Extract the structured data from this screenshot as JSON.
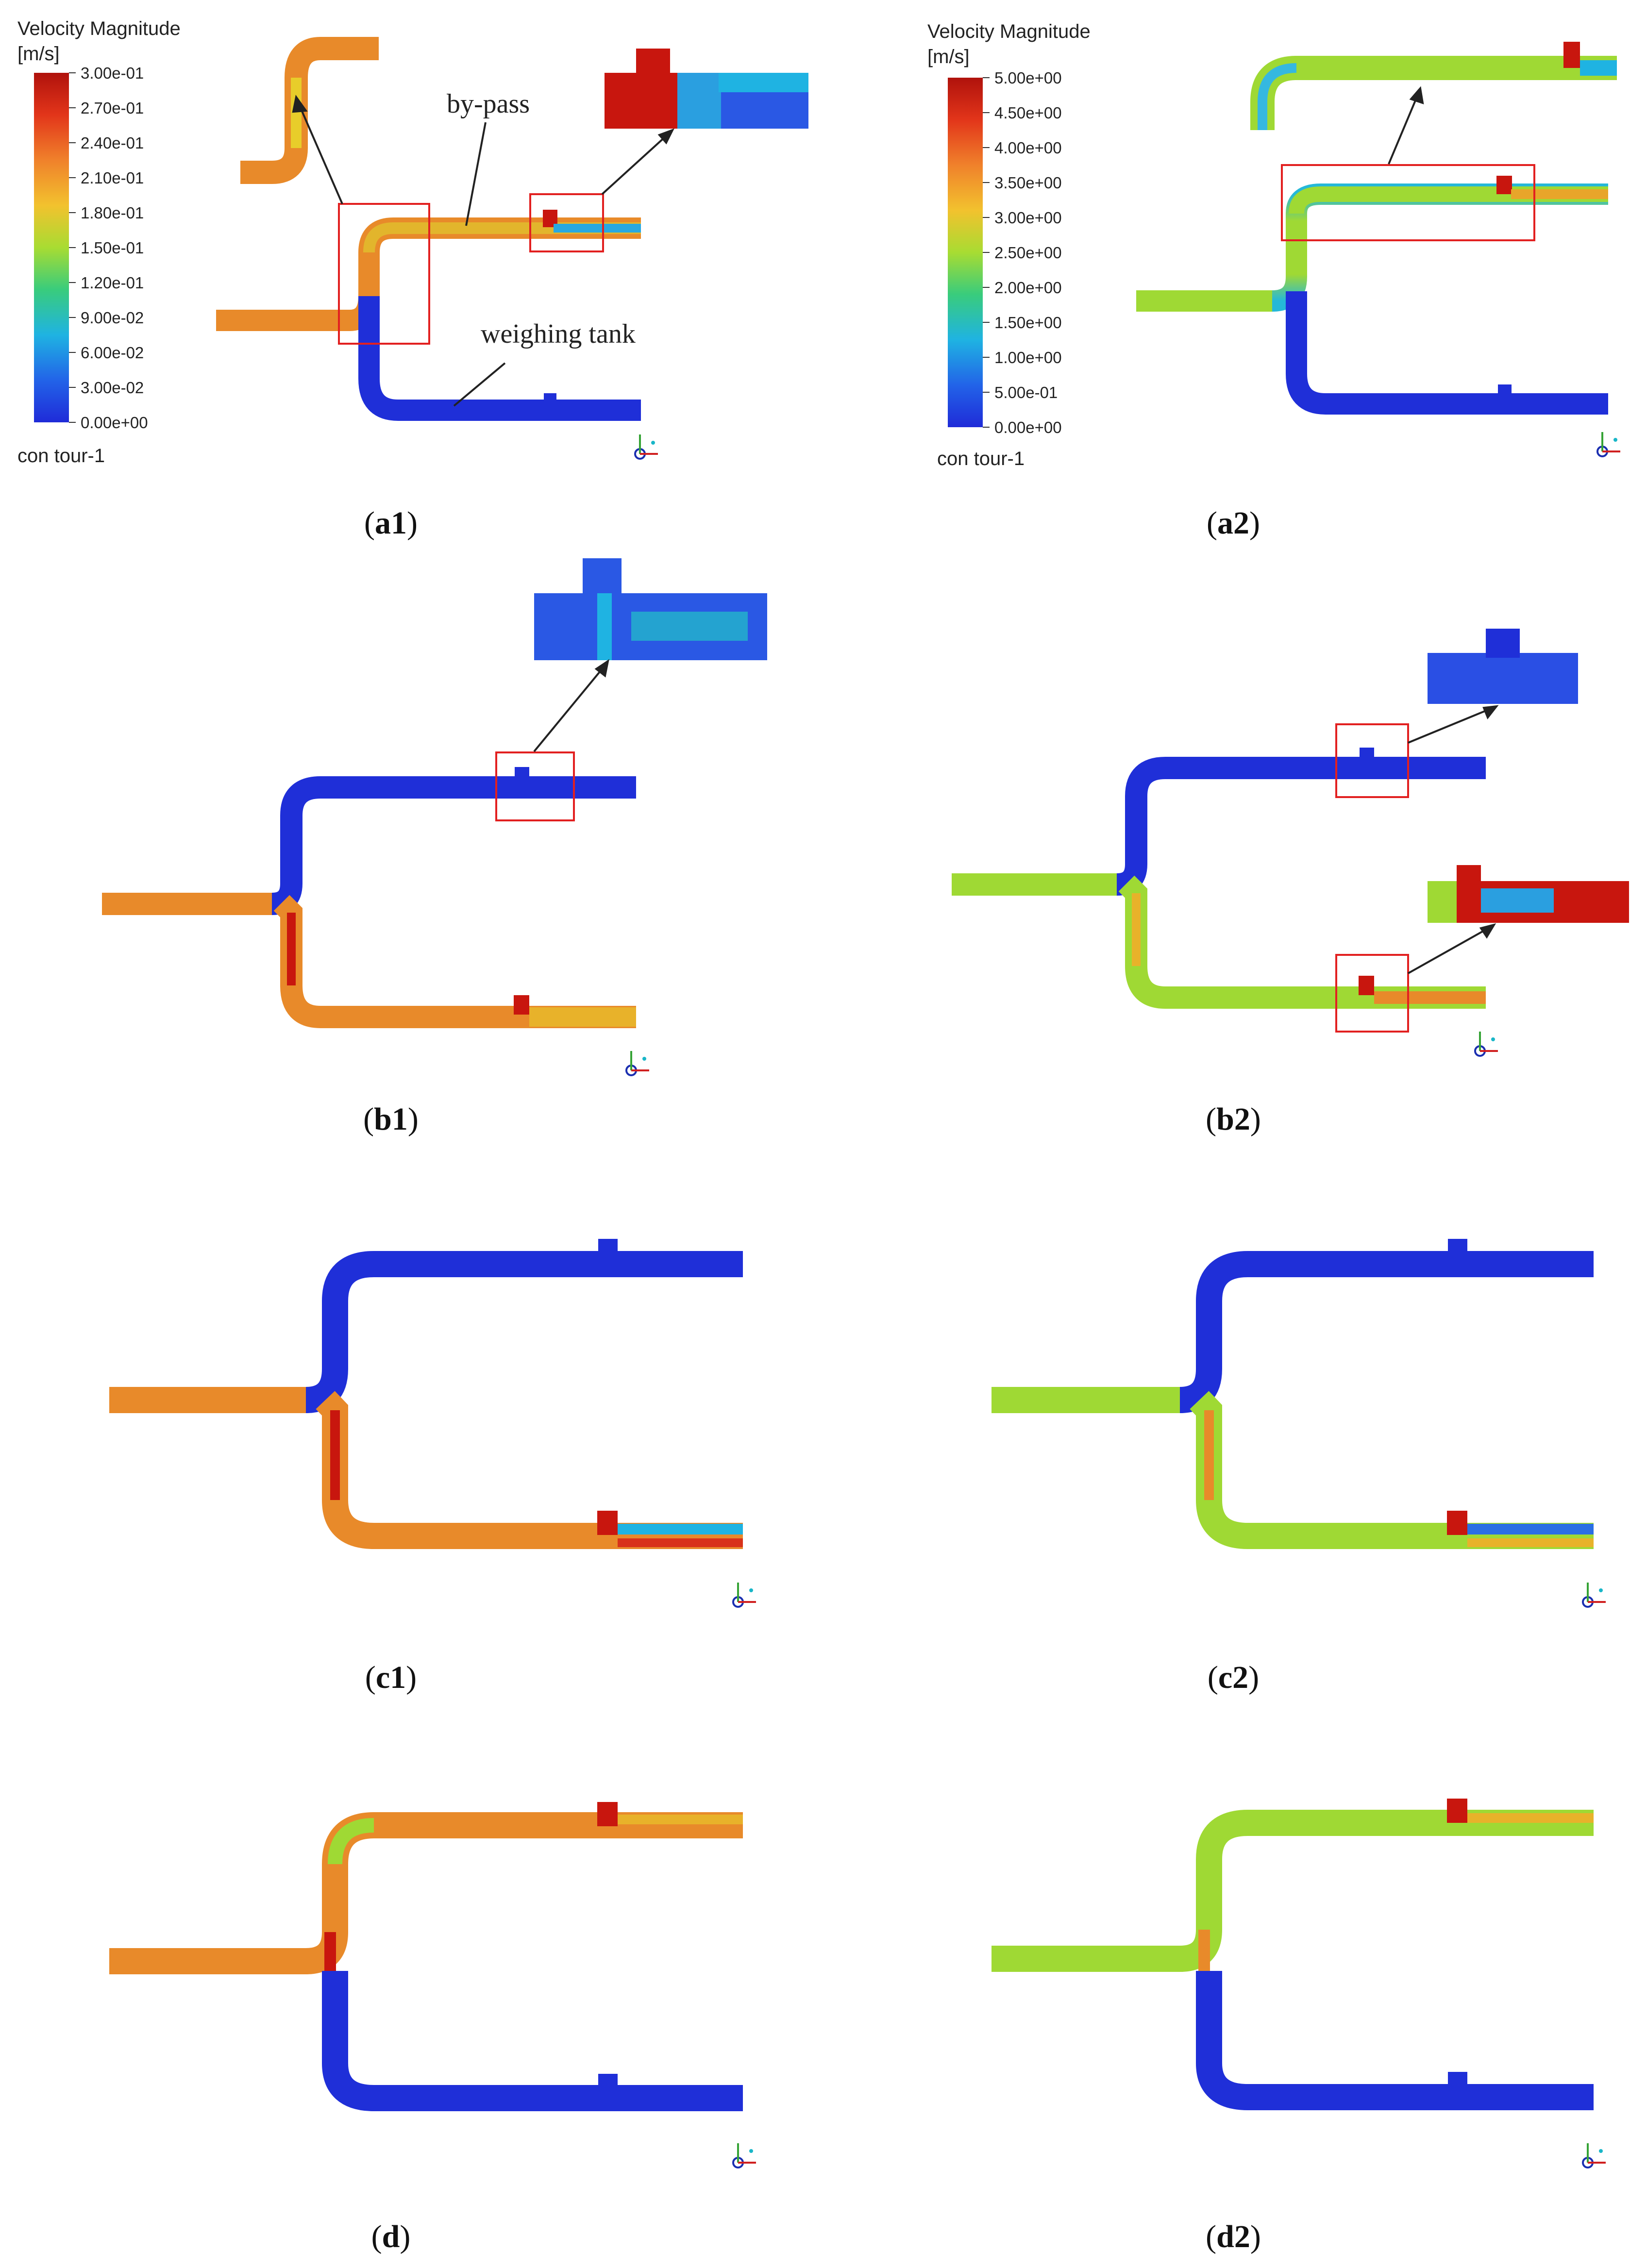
{
  "legend_a1": {
    "title": "Velocity Magnitude",
    "unit": "[m/s]",
    "ticks": [
      "3.00e-01",
      "2.70e-01",
      "2.40e-01",
      "2.10e-01",
      "1.80e-01",
      "1.50e-01",
      "1.20e-01",
      "9.00e-02",
      "6.00e-02",
      "3.00e-02",
      "0.00e+00"
    ],
    "contour": "con tour-1"
  },
  "legend_a2": {
    "title": "Velocity Magnitude",
    "unit": "[m/s]",
    "ticks": [
      "5.00e+00",
      "4.50e+00",
      "4.00e+00",
      "3.50e+00",
      "3.00e+00",
      "2.50e+00",
      "2.00e+00",
      "1.50e+00",
      "1.00e+00",
      "5.00e-01",
      "0.00e+00"
    ],
    "contour": "con tour-1"
  },
  "annotations": {
    "bypass": "by-pass",
    "tank": "weighing tank"
  },
  "captions": {
    "a1": {
      "letter": "a",
      "num": "1"
    },
    "a2": {
      "letter": "a",
      "num": "2"
    },
    "b1": {
      "letter": "b",
      "num": "1"
    },
    "b2": {
      "letter": "b",
      "num": "2"
    },
    "c1": {
      "letter": "c",
      "num": "1"
    },
    "c2": {
      "letter": "c",
      "num": "2"
    },
    "d1": {
      "letter": "d",
      "num": ""
    },
    "d2": {
      "letter": "d",
      "num": "2"
    }
  },
  "colors": {
    "blue": "#1f2fd8",
    "cyan": "#22b6e0",
    "green": "#9fd934",
    "yellow": "#e8cd2a",
    "orange": "#e88a2a",
    "red": "#c8160e"
  }
}
